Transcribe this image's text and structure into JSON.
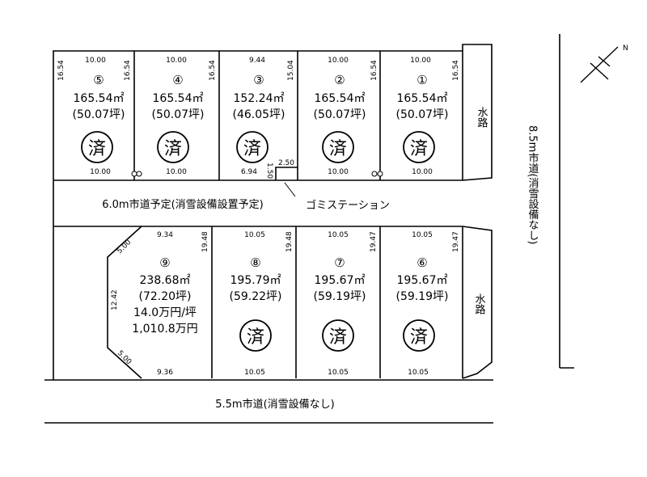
{
  "plan": {
    "lots": [
      {
        "id": "lot-5",
        "num": "⑤",
        "area": "165.54㎡",
        "tsubo": "(50.07坪)",
        "status": "済",
        "top": "10.00",
        "bottom": "10.00",
        "left": "16.54",
        "right": "16.54"
      },
      {
        "id": "lot-4",
        "num": "④",
        "area": "165.54㎡",
        "tsubo": "(50.07坪)",
        "status": "済",
        "top": "10.00",
        "bottom": "10.00",
        "right": "16.54"
      },
      {
        "id": "lot-3",
        "num": "③",
        "area": "152.24㎡",
        "tsubo": "(46.05坪)",
        "status": "済",
        "top": "9.44",
        "bottom": "6.94",
        "right": "15.04",
        "notch_w": "2.50",
        "notch_h": "1.50"
      },
      {
        "id": "lot-2",
        "num": "②",
        "area": "165.54㎡",
        "tsubo": "(50.07坪)",
        "status": "済",
        "top": "10.00",
        "bottom": "10.00",
        "right": "16.54"
      },
      {
        "id": "lot-1",
        "num": "①",
        "area": "165.54㎡",
        "tsubo": "(50.07坪)",
        "status": "済",
        "top": "10.00",
        "bottom": "10.00",
        "right": "16.54"
      },
      {
        "id": "lot-9",
        "num": "⑨",
        "area": "238.68㎡",
        "tsubo": "(72.20坪)",
        "price_unit": "14.0万円/坪",
        "price_total": "1,010.8万円",
        "top": "9.34",
        "bottom": "9.36",
        "left": "12.42",
        "right": "19.48",
        "corner_top": "5.00",
        "corner_bottom": "5.00"
      },
      {
        "id": "lot-8",
        "num": "⑧",
        "area": "195.79㎡",
        "tsubo": "(59.22坪)",
        "status": "済",
        "top": "10.05",
        "bottom": "10.05",
        "right": "19.48"
      },
      {
        "id": "lot-7",
        "num": "⑦",
        "area": "195.67㎡",
        "tsubo": "(59.19坪)",
        "status": "済",
        "top": "10.05",
        "bottom": "10.05",
        "right": "19.47"
      },
      {
        "id": "lot-6",
        "num": "⑥",
        "area": "195.67㎡",
        "tsubo": "(59.19坪)",
        "status": "済",
        "top": "10.05",
        "bottom": "10.05",
        "right": "19.47"
      }
    ],
    "roads": {
      "middle": "6.0m市道予定(消雪設備設置予定)",
      "bottom": "5.5m市道(消雪設備なし)",
      "right": "8.5m市道(消雪設備なし)"
    },
    "garbage": "ゴミステーション",
    "waterway": "水路",
    "north": "N"
  }
}
